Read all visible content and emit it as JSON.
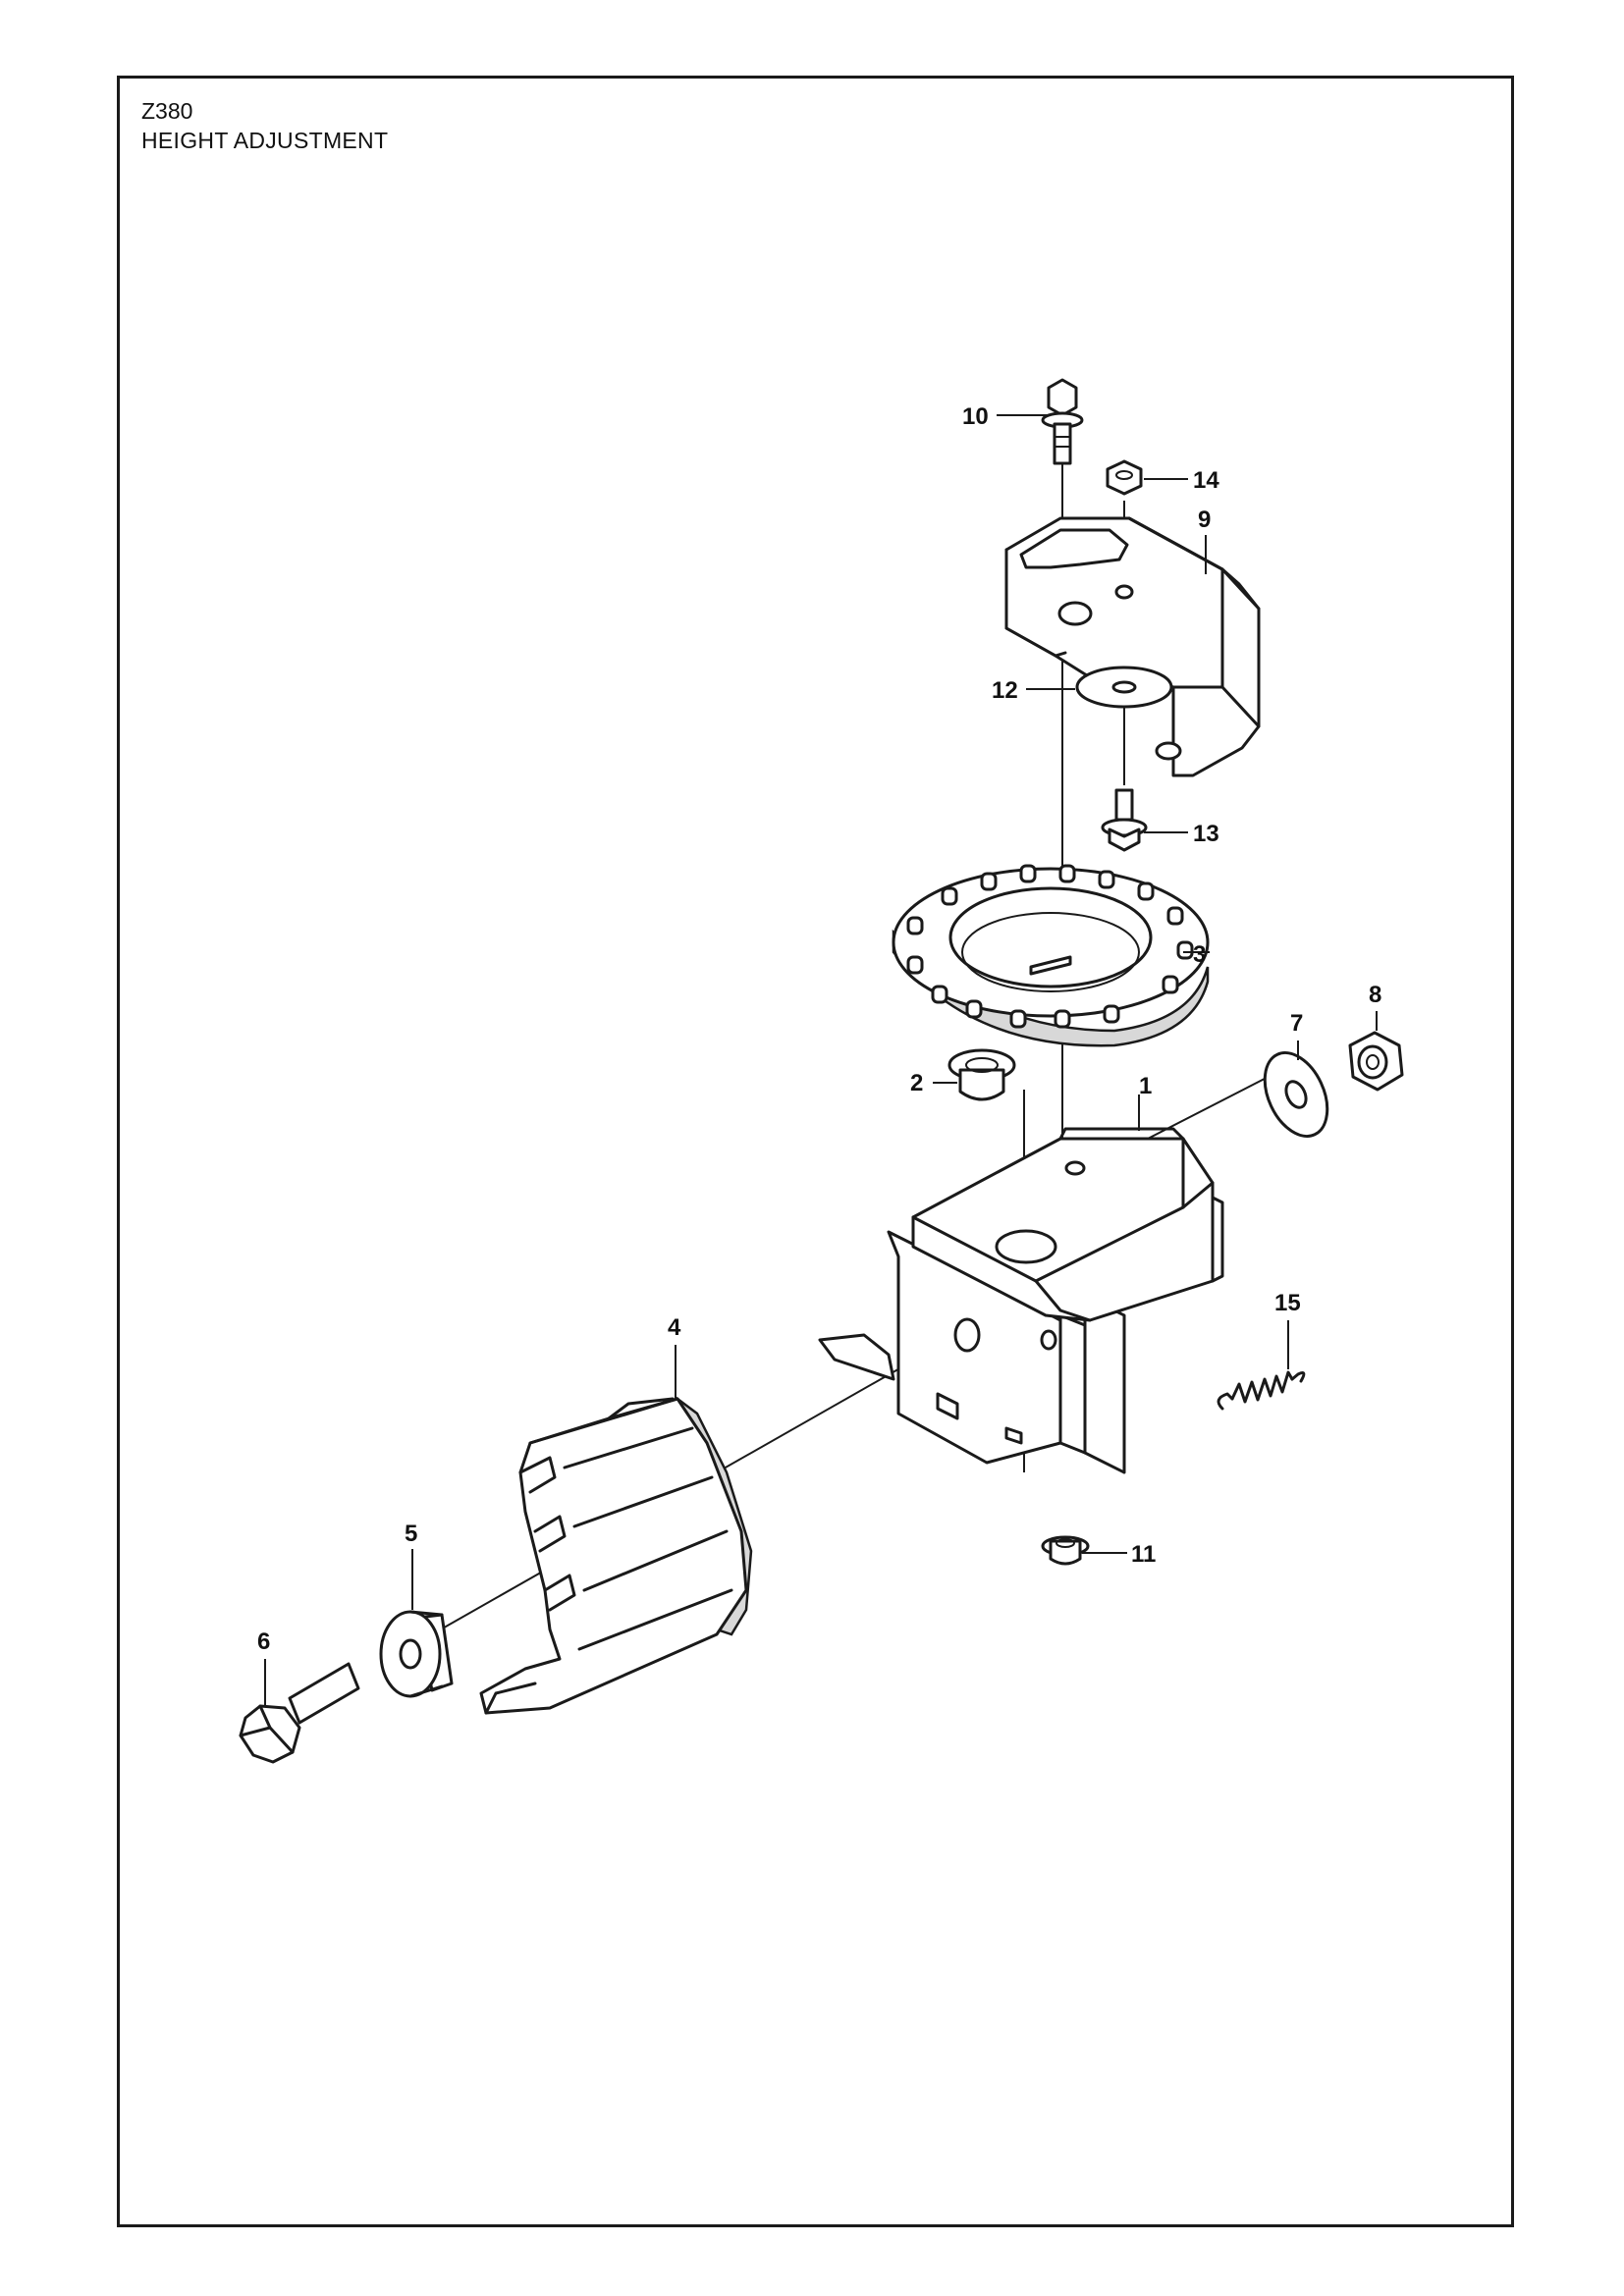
{
  "header": {
    "model": "Z380",
    "title": "HEIGHT ADJUSTMENT"
  },
  "callouts": {
    "p1": "1",
    "p2": "2",
    "p3": "3",
    "p4": "4",
    "p5": "5",
    "p6": "6",
    "p7": "7",
    "p8": "8",
    "p9": "9",
    "p10": "10",
    "p11": "11",
    "p12": "12",
    "p13": "13",
    "p14": "14",
    "p15": "15"
  }
}
